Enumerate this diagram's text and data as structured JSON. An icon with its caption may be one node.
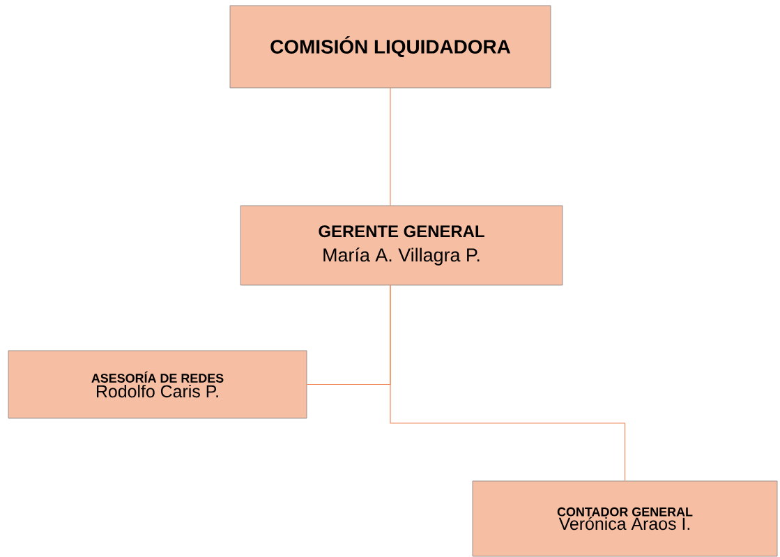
{
  "diagram": {
    "nodes": [
      {
        "text": [
          "COMISIÓN LIQUIDADORA"
        ]
      },
      {
        "text": [
          "GERENTE GENERAL",
          "María A. Villagra P."
        ]
      },
      {
        "text": [
          "ASESORÍA DE REDES",
          "Rodolfo Caris P."
        ]
      },
      {
        "text": [
          "CONTADOR GENERAL",
          "Verónica Araos I."
        ]
      }
    ],
    "edges": [
      {
        "from": 0,
        "to": 1,
        "arrow": "none"
      },
      {
        "from": 1,
        "to": 2,
        "arrow": "none"
      },
      {
        "from": 1,
        "to": 3,
        "arrow": "none"
      }
    ]
  }
}
